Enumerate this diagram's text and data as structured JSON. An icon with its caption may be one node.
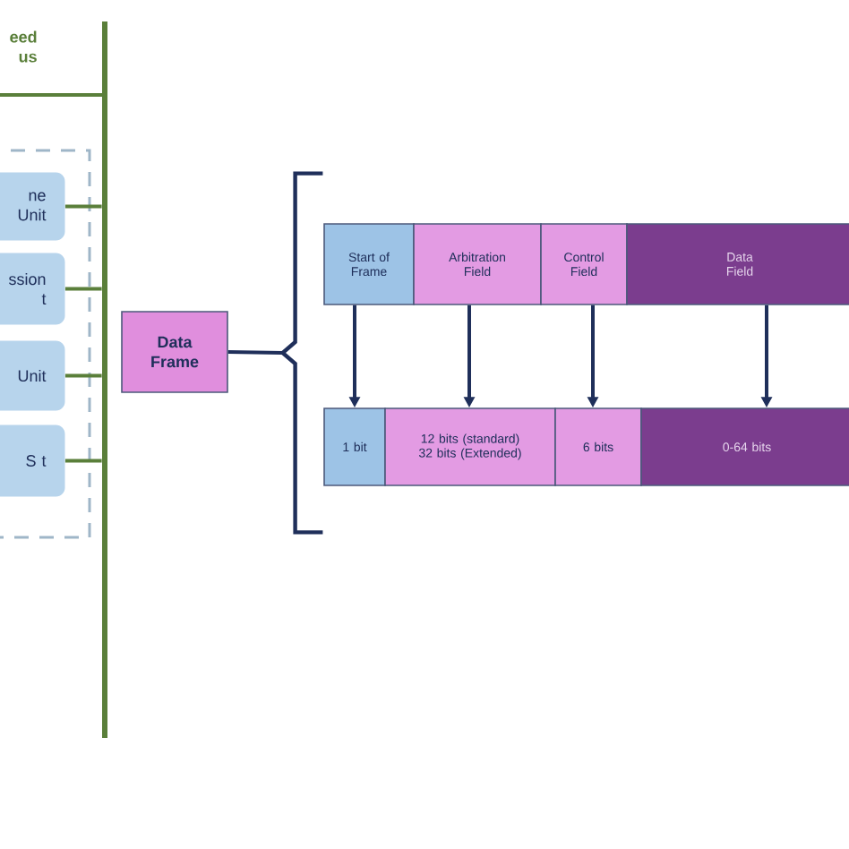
{
  "diagram": {
    "nodes": [
      {
        "text": [],
        "shape": "bar"
      },
      {
        "text": [],
        "shape": "box"
      },
      {
        "text": [
          "ne Unit"
        ],
        "in": 1
      },
      {
        "text": [
          "ssion t"
        ],
        "in": 1
      },
      {
        "text": [
          "Unit"
        ],
        "in": 1
      },
      {
        "text": [
          "S t"
        ],
        "in": 1
      },
      {
        "text": [
          "Data Frame"
        ]
      },
      {
        "text": [
          "Start of Frame"
        ]
      },
      {
        "text": [
          "Arbitration Field"
        ]
      },
      {
        "text": [
          "Control Field"
        ]
      },
      {
        "text": [
          "Data Field"
        ]
      },
      {
        "text": [
          "1 bit"
        ]
      },
      {
        "text": [
          "12 bits (standard) 32 bits (Extended)"
        ]
      },
      {
        "text": [
          "6 bits"
        ]
      },
      {
        "text": [
          "0-64 bits"
        ]
      },
      {
        "text": [],
        "shape": "bracket"
      }
    ],
    "edges": [
      {
        "from": 2,
        "to": 0,
        "arrow": "none"
      },
      {
        "from": 3,
        "to": 0,
        "arrow": "none"
      },
      {
        "from": 4,
        "to": 0,
        "arrow": "none"
      },
      {
        "from": 5,
        "to": 0,
        "arrow": "none"
      },
      {
        "from": 6,
        "to": 15,
        "arrow": "none"
      },
      {
        "from": 7,
        "to": 11,
        "arrow": "to"
      },
      {
        "from": 8,
        "to": 12,
        "arrow": "to"
      },
      {
        "from": 9,
        "to": 13,
        "arrow": "to"
      },
      {
        "from": 10,
        "to": 14,
        "arrow": "to"
      }
    ],
    "labels": [
      "eed us"
    ]
  }
}
